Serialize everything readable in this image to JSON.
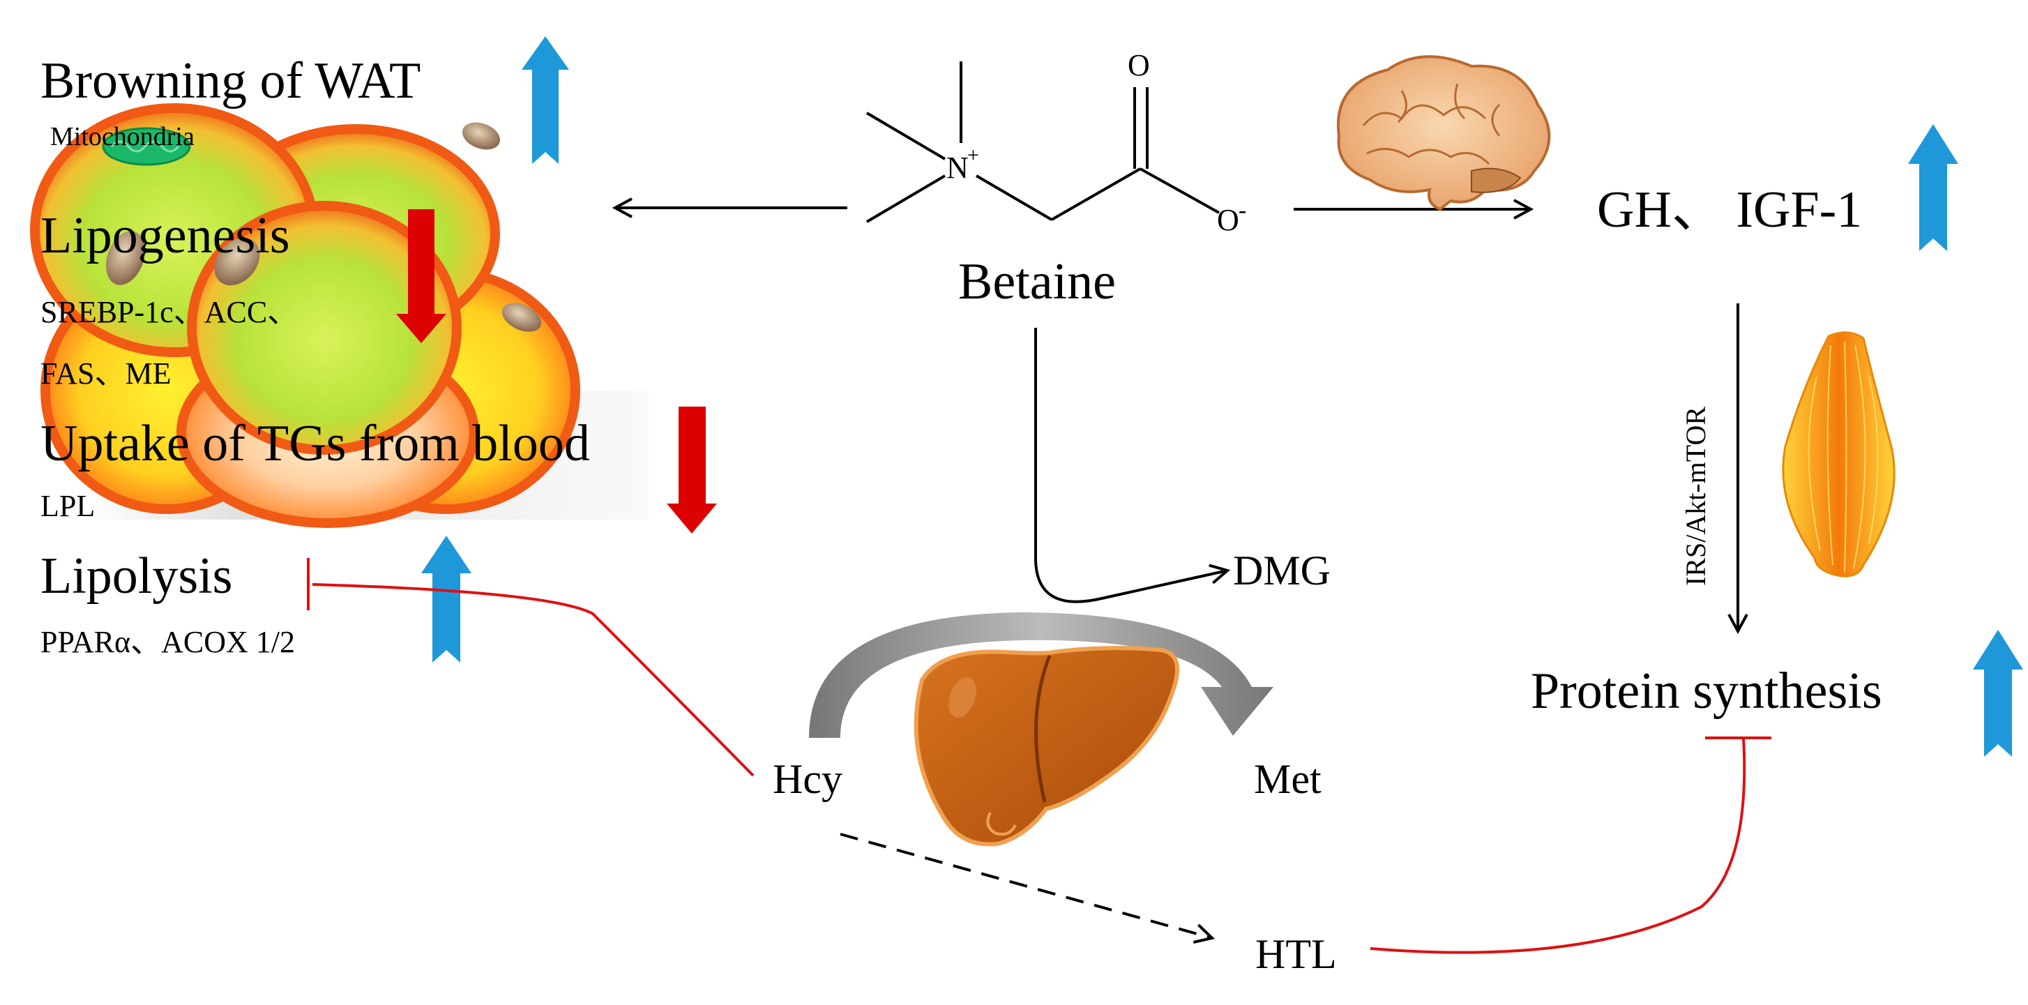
{
  "adipose": {
    "browning_title": "Browning of WAT",
    "mitochondria_label": "Mitochondria",
    "lipogenesis_title": "Lipogenesis",
    "lipogenesis_genes_1": "SREBP-1c、ACC、",
    "lipogenesis_genes_2": "FAS、ME",
    "uptake_title": "Uptake of TGs from blood",
    "uptake_gene": "LPL",
    "lipolysis_title": "Lipolysis",
    "lipolysis_genes": "PPARα、ACOX 1/2"
  },
  "betaine": {
    "label": "Betaine",
    "atom_oxygen": "O",
    "atom_nitrogen": "N",
    "nitrogen_charge": "+",
    "atom_oxide": "O",
    "oxide_charge": "-"
  },
  "hormones": {
    "label": "GH、 IGF-1"
  },
  "pathway": {
    "label": "IRS/Akt-mTOR"
  },
  "protein": {
    "label": "Protein synthesis"
  },
  "methylation": {
    "dmg": "DMG",
    "hcy": "Hcy",
    "met": "Met",
    "htl": "HTL"
  },
  "colors": {
    "up_arrow": "#1e98d8",
    "down_arrow": "#dd0000",
    "inhibition": "#dd1111",
    "liver": "#c05a10",
    "muscle": "#f0960a"
  }
}
